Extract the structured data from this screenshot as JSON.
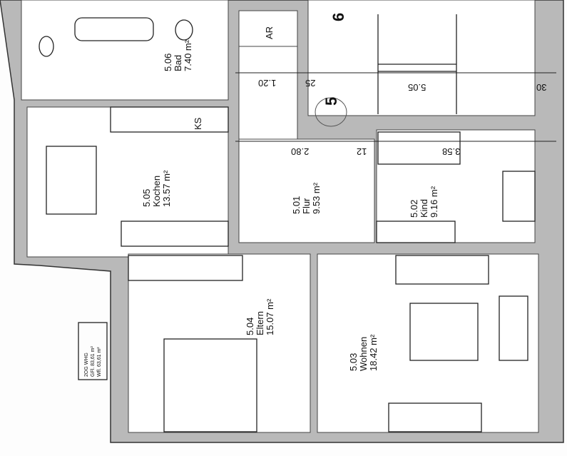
{
  "rooms": [
    {
      "id": "5.06",
      "name": "Bad",
      "area": "7.40 m²"
    },
    {
      "id": "5.05",
      "name": "Kochen",
      "area": "13.57 m²"
    },
    {
      "id": "5.01",
      "name": "Flur",
      "area": "9.53 m²"
    },
    {
      "id": "5.02",
      "name": "Kind",
      "area": "9.16 m²"
    },
    {
      "id": "5.04",
      "name": "Eltern",
      "area": "15.07 m²"
    },
    {
      "id": "5.03",
      "name": "Wohnen",
      "area": "18.42 m²"
    }
  ],
  "labels": {
    "ar": "AR",
    "ks": "KS",
    "unit_5": "5",
    "unit_6": "6"
  },
  "dimensions": [
    "1.20",
    "25",
    "5.05",
    "30",
    "2.80",
    "12",
    "3.58"
  ],
  "info_box": {
    "title": "2OG WHG",
    "gfl": "GFl. 83,61 m²",
    "wfl": "Wfl. 63,61 m²"
  }
}
